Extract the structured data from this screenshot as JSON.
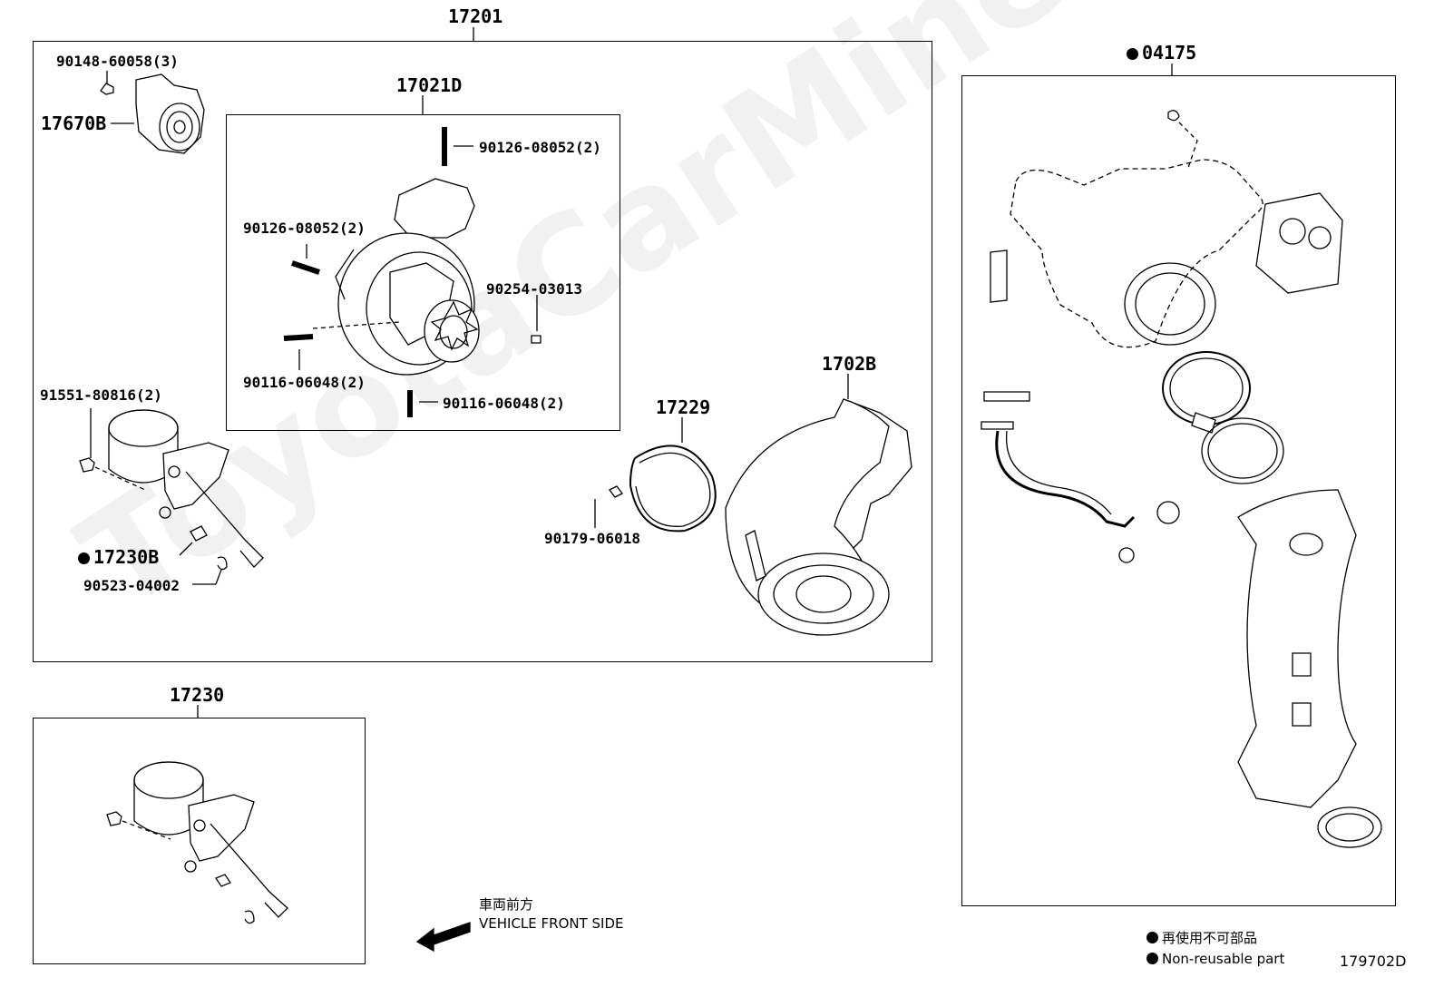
{
  "diagram_id": "179702D",
  "watermark": "ToyotaCarMine.ru",
  "groups": {
    "main": "17201",
    "cartridge": "17021D",
    "actuator": "17230",
    "gasket_kit": "04175"
  },
  "parts": {
    "p90148": "90148-60058(3)",
    "p17670B": "17670B",
    "p90126a": "90126-08052(2)",
    "p90126b": "90126-08052(2)",
    "p90254": "90254-03013",
    "p90116a": "90116-06048(2)",
    "p90116b": "90116-06048(2)",
    "p91551": "91551-80816(2)",
    "p17230B": "17230B",
    "p90523": "90523-04002",
    "p17229": "17229",
    "p90179": "90179-06018",
    "p1702B": "1702B"
  },
  "direction": {
    "jp": "車両前方",
    "en": "VEHICLE FRONT SIDE"
  },
  "legend": {
    "jp": "再使用不可部品",
    "en": "Non-reusable part"
  }
}
